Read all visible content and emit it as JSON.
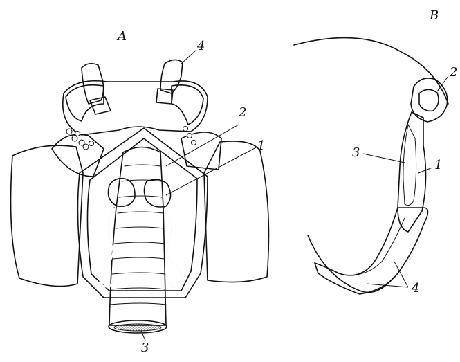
{
  "figure": {
    "panels": [
      {
        "id": "A",
        "label": "A"
      },
      {
        "id": "B",
        "label": "B"
      }
    ],
    "panel_a_labels": [
      "1",
      "2",
      "3",
      "4"
    ],
    "panel_b_labels": [
      "1",
      "2",
      "3",
      "4"
    ]
  },
  "colors": {
    "ink": "#111111",
    "paper": "#ffffff"
  }
}
